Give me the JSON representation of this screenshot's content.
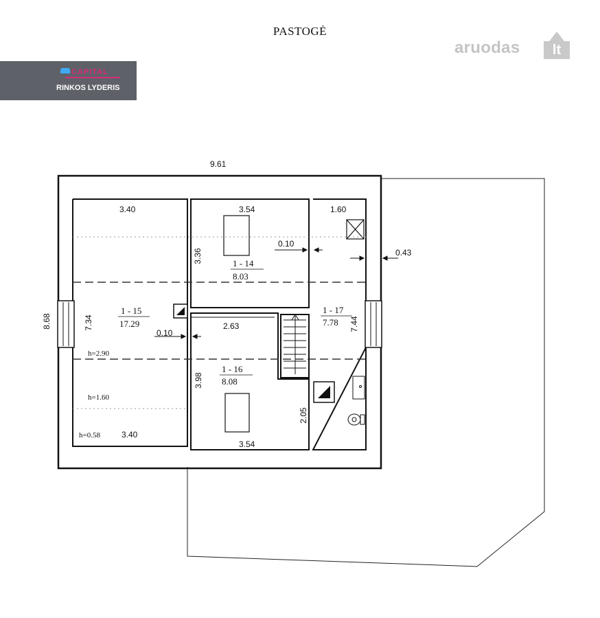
{
  "title": "PASTOGĖ",
  "badge": {
    "brand": "CAPITAL",
    "tagline": "RINKOS LYDERIS"
  },
  "watermark": {
    "text": "aruodas",
    "suffix": "lt"
  },
  "dimensions": {
    "overall_width": "9.61",
    "overall_height": "8.68",
    "room15_top": "3.40",
    "room15_bottom": "3.40",
    "room14_top": "3.54",
    "room16_bottom": "3.54",
    "room17_top": "1.60",
    "wall_thickness": "0.10",
    "wall_thickness_left": "0.10",
    "outer_offset": "0.43",
    "room14_height": "3.36",
    "room15_height": "7.34",
    "room17_height": "7.44",
    "room16_height": "3.98",
    "corridor": "2.63",
    "stair_depth": "2.05"
  },
  "rooms": [
    {
      "id": "1 - 14",
      "area": "8.03"
    },
    {
      "id": "1 - 15",
      "area": "17.29"
    },
    {
      "id": "1 - 16",
      "area": "8.08"
    },
    {
      "id": "1 - 17",
      "area": "7.78"
    }
  ],
  "heights": [
    "h=2.90",
    "h=1.60",
    "h=0.58"
  ]
}
